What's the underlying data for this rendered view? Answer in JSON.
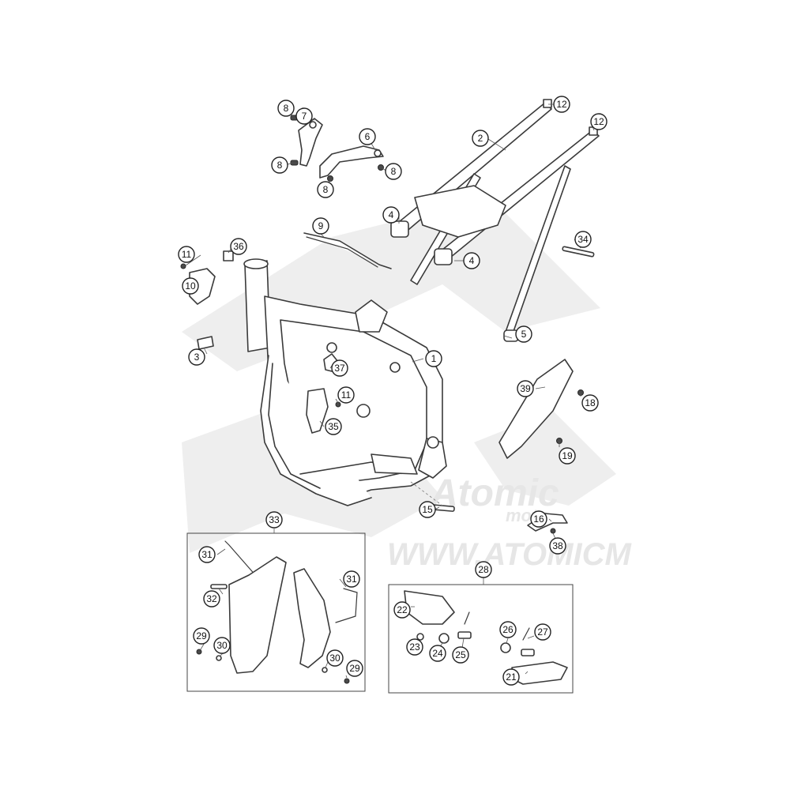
{
  "watermark": {
    "brand": "Atomic",
    "sub": "moto",
    "url": "WWW.ATOMICM"
  },
  "callouts": [
    {
      "id": "c8a",
      "label": "8"
    },
    {
      "id": "c7",
      "label": "7"
    },
    {
      "id": "c6",
      "label": "6"
    },
    {
      "id": "c8b",
      "label": "8"
    },
    {
      "id": "c8c",
      "label": "8"
    },
    {
      "id": "c8d",
      "label": "8"
    },
    {
      "id": "c12a",
      "label": "12"
    },
    {
      "id": "c12b",
      "label": "12"
    },
    {
      "id": "c2",
      "label": "2"
    },
    {
      "id": "c4a",
      "label": "4"
    },
    {
      "id": "c4b",
      "label": "4"
    },
    {
      "id": "c9",
      "label": "9"
    },
    {
      "id": "c34",
      "label": "34"
    },
    {
      "id": "c11a",
      "label": "11"
    },
    {
      "id": "c36",
      "label": "36"
    },
    {
      "id": "c10",
      "label": "10"
    },
    {
      "id": "c5",
      "label": "5"
    },
    {
      "id": "c3",
      "label": "3"
    },
    {
      "id": "c37",
      "label": "37"
    },
    {
      "id": "c1",
      "label": "1"
    },
    {
      "id": "c39",
      "label": "39"
    },
    {
      "id": "c18",
      "label": "18"
    },
    {
      "id": "c11b",
      "label": "11"
    },
    {
      "id": "c35",
      "label": "35"
    },
    {
      "id": "c19",
      "label": "19"
    },
    {
      "id": "c15",
      "label": "15"
    },
    {
      "id": "c16",
      "label": "16"
    },
    {
      "id": "c38",
      "label": "38"
    },
    {
      "id": "c33",
      "label": "33"
    },
    {
      "id": "c31a",
      "label": "31"
    },
    {
      "id": "c31b",
      "label": "31"
    },
    {
      "id": "c32",
      "label": "32"
    },
    {
      "id": "c29a",
      "label": "29"
    },
    {
      "id": "c30a",
      "label": "30"
    },
    {
      "id": "c30b",
      "label": "30"
    },
    {
      "id": "c29b",
      "label": "29"
    },
    {
      "id": "c28",
      "label": "28"
    },
    {
      "id": "c22",
      "label": "22"
    },
    {
      "id": "c26",
      "label": "26"
    },
    {
      "id": "c27",
      "label": "27"
    },
    {
      "id": "c23",
      "label": "23"
    },
    {
      "id": "c24",
      "label": "24"
    },
    {
      "id": "c25",
      "label": "25"
    },
    {
      "id": "c21",
      "label": "21"
    }
  ]
}
